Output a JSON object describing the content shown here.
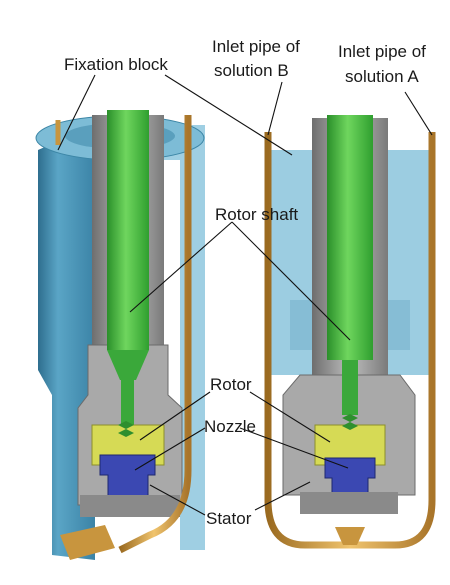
{
  "labels": {
    "fixation_block": "Fixation block",
    "inlet_b_line1": "Inlet pipe of",
    "inlet_b_line2": "solution B",
    "inlet_a_line1": "Inlet pipe of",
    "inlet_a_line2": "solution A",
    "rotor_shaft": "Rotor shaft",
    "rotor": "Rotor",
    "nozzle": "Nozzle",
    "stator": "Stator"
  },
  "colors": {
    "fixation_block": "#4a97b8",
    "fixation_block_light": "#8fc6dd",
    "rotor_shaft": "#3bb53b",
    "rotor_shaft_light": "#7fdc6e",
    "housing_gray": "#8c8c8c",
    "housing_light": "#c7c7c7",
    "rotor_yellow": "#d8dc58",
    "nozzle_blue": "#3b48b2",
    "pipe_gold": "#c8953e"
  }
}
